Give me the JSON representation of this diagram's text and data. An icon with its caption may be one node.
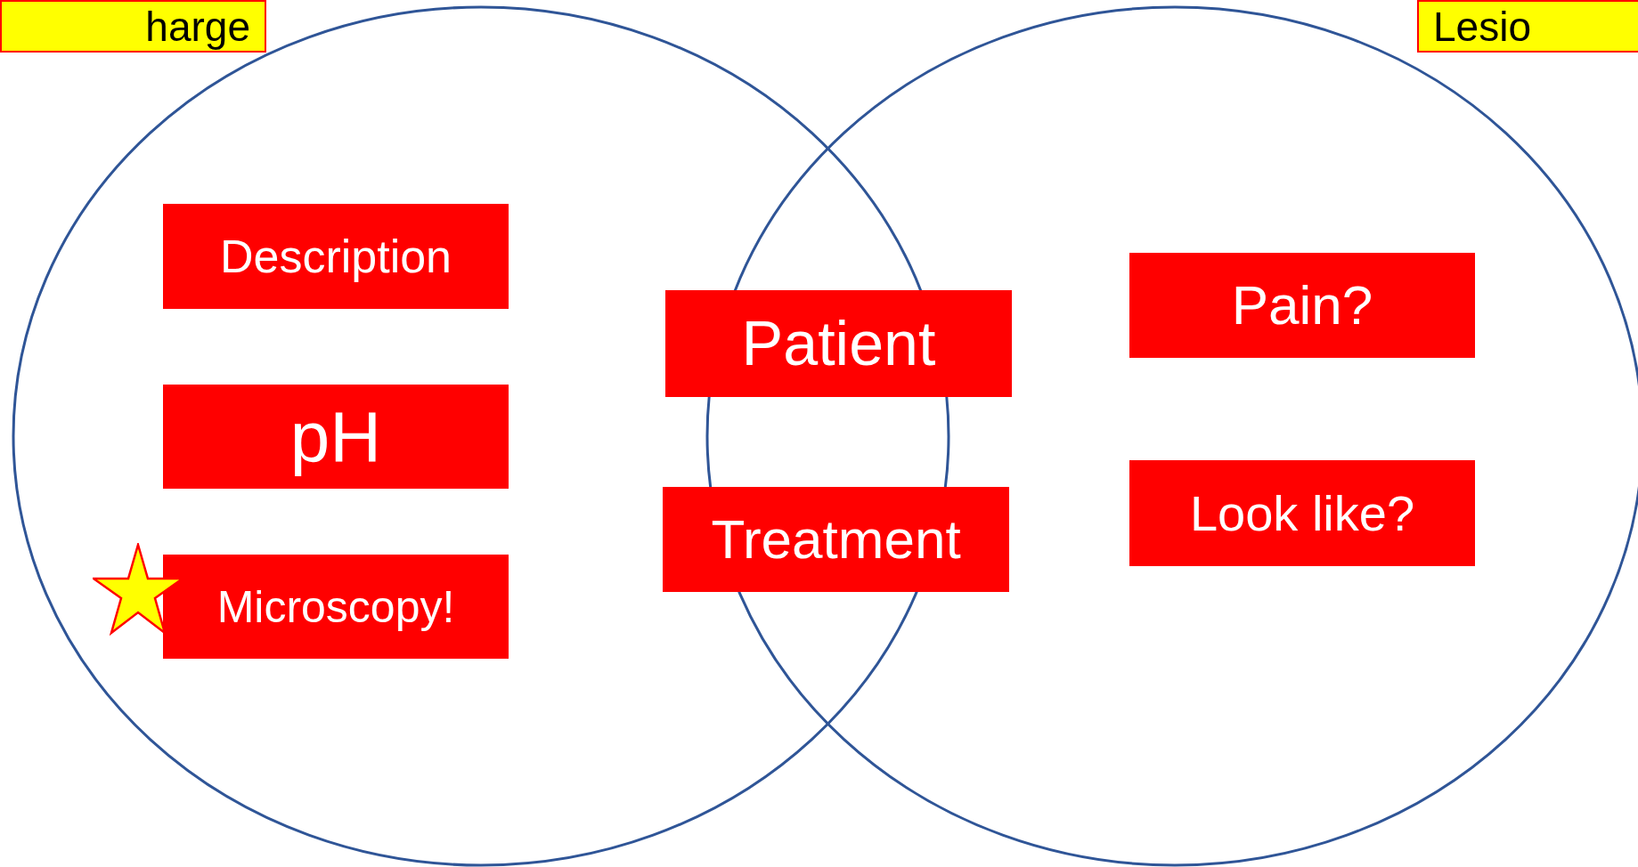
{
  "diagram": {
    "nodes": [
      {
        "text": [
          "harge"
        ]
      },
      {
        "text": [
          "Lesio"
        ]
      },
      {
        "text": [
          "Description"
        ]
      },
      {
        "text": [
          "pH"
        ]
      },
      {
        "text": [
          "Microscopy!"
        ]
      },
      {
        "text": [
          "Patient"
        ]
      },
      {
        "text": [
          "Treatment"
        ]
      },
      {
        "text": [
          "Pain?"
        ]
      },
      {
        "text": [
          "Look like?"
        ]
      }
    ]
  }
}
